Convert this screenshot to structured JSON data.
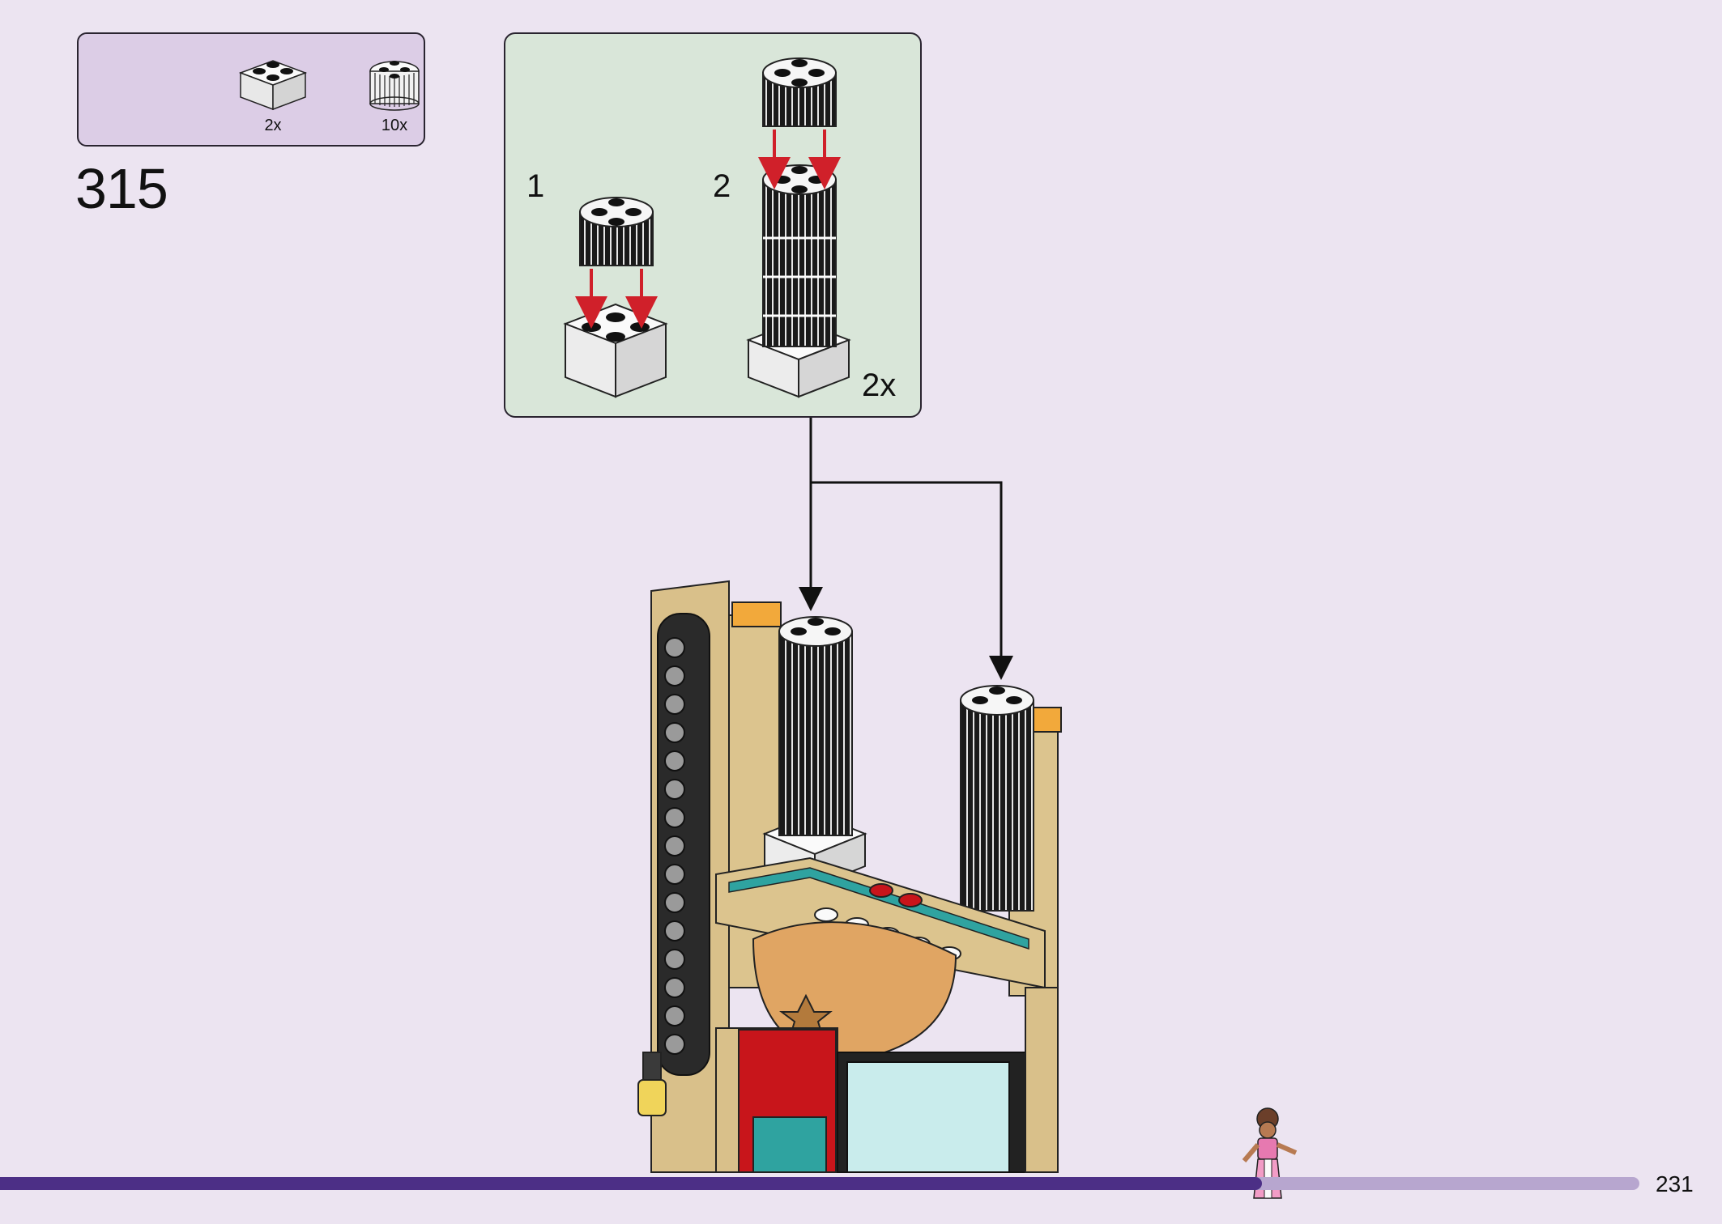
{
  "parts": [
    {
      "name": "brick-2x2-white-icon",
      "qty": "2x"
    },
    {
      "name": "round-brick-2x2-black-icon",
      "qty": "10x"
    }
  ],
  "step_number": "315",
  "sub_build": {
    "steps": [
      {
        "label": "1"
      },
      {
        "label": "2"
      }
    ],
    "multiplier": "2x"
  },
  "page_number": "231",
  "progress_fraction": 0.77,
  "colors": {
    "page_bg": "#ece4f1",
    "parts_box_bg": "#dccde6",
    "subbuild_box_bg": "#d9e6d9",
    "progress_fill": "#4c2f86",
    "progress_track": "#b7a6cf",
    "arrow_red": "#d0202a",
    "tan": "#d9c08a"
  }
}
